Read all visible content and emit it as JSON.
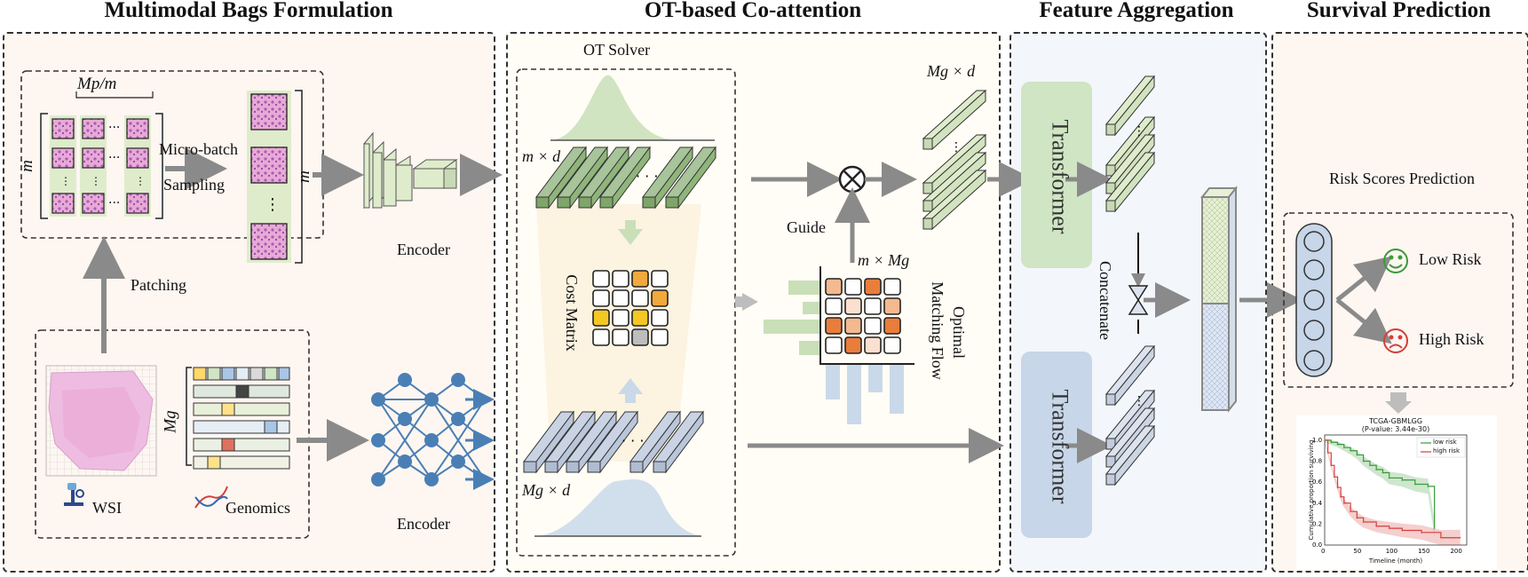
{
  "sections": {
    "bags": "Multimodal Bags Formulation",
    "ot": "OT-based Co-attention",
    "agg": "Feature Aggregation",
    "surv": "Survival Prediction"
  },
  "bags": {
    "mp_over_m": "Mp/m",
    "m_left": "m",
    "m_right": "m",
    "micro_batch": "Micro-batch",
    "sampling": "Sampling",
    "patching": "Patching",
    "mg": "Mg",
    "wsi": "WSI",
    "genomics": "Genomics",
    "encoder_top": "Encoder",
    "encoder_bottom": "Encoder"
  },
  "ot": {
    "solver": "OT Solver",
    "m_times_d": "m × d",
    "mg_times_d": "Mg × d",
    "cost_matrix": "Cost Matrix",
    "guide": "Guide",
    "m_times_mg": "m × Mg",
    "mg_times_d_out": "Mg × d",
    "optimal_flow_1": "Optimal",
    "optimal_flow_2": "Matching Flow",
    "otimes": "⊗"
  },
  "agg": {
    "transformer_top": "Transformer",
    "transformer_bottom": "Transformer",
    "concatenate": "Concatenate"
  },
  "surv": {
    "risk_scores": "Risk Scores Prediction",
    "low_risk": "Low Risk",
    "high_risk": "High Risk",
    "km_title": "TCGA-GBMLGG",
    "km_pvalue": "(P-value: 3.44e-30)",
    "km_ylabel": "Cumulative proportion surviving",
    "km_xlabel": "Timeline (month)",
    "legend_low": "low risk",
    "legend_high": "high risk",
    "xticks": [
      "0",
      "50",
      "100",
      "150",
      "200"
    ],
    "yticks": [
      "0.0",
      "0.2",
      "0.4",
      "0.6",
      "0.8",
      "1.0"
    ]
  },
  "colors": {
    "arrow": "#8a8a8a",
    "green_feat": "#a8c49a",
    "blue_feat": "#c9d3e3",
    "transformer_green": "#cfe5c3",
    "transformer_blue": "#c7d6e8",
    "net_blue": "#4a7fb5",
    "low_risk": "#3a9a3a",
    "high_risk": "#d43f3a"
  },
  "chart_data": {
    "type": "line",
    "title": "TCGA-GBMLGG",
    "subtitle": "(P-value: 3.44e-30)",
    "xlabel": "Timeline (month)",
    "ylabel": "Cumulative proportion surviving",
    "xlim": [
      0,
      220
    ],
    "ylim": [
      0,
      1.05
    ],
    "series": [
      {
        "name": "low risk",
        "color": "#3a9a3a",
        "x": [
          0,
          10,
          20,
          30,
          40,
          50,
          60,
          70,
          80,
          90,
          100,
          120,
          140,
          160,
          170
        ],
        "y": [
          1.0,
          0.98,
          0.96,
          0.93,
          0.9,
          0.86,
          0.8,
          0.76,
          0.72,
          0.69,
          0.64,
          0.62,
          0.58,
          0.56,
          0.16
        ]
      },
      {
        "name": "high risk",
        "color": "#d43f3a",
        "x": [
          0,
          5,
          10,
          15,
          20,
          25,
          30,
          40,
          50,
          60,
          80,
          100,
          120,
          150,
          180,
          210
        ],
        "y": [
          1.0,
          0.88,
          0.76,
          0.65,
          0.55,
          0.46,
          0.4,
          0.32,
          0.26,
          0.22,
          0.18,
          0.16,
          0.14,
          0.12,
          0.07,
          0.07
        ]
      }
    ]
  }
}
